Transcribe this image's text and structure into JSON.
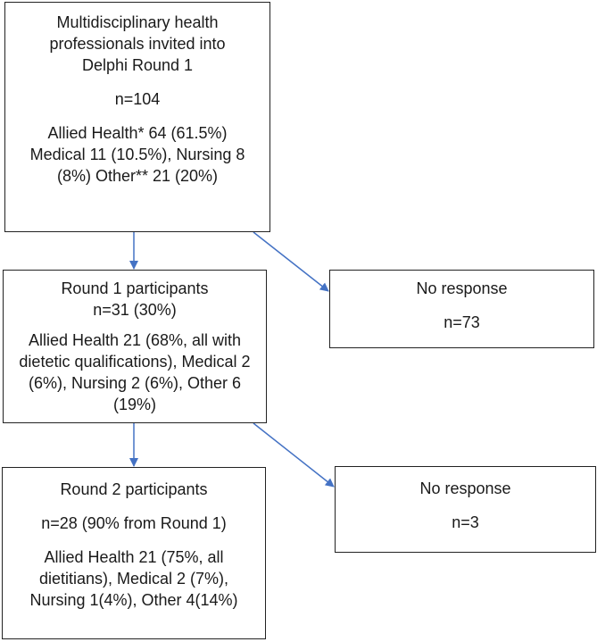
{
  "colors": {
    "arrow": "#4472c4",
    "box_border": "#222222"
  },
  "invited": {
    "title": "Multidisciplinary health professionals invited into Delphi Round 1",
    "n": "n=104",
    "breakdown_1": "Allied Health* 64 (61.5%)",
    "breakdown_2": "Medical 11 (10.5%), Nursing 8",
    "breakdown_3": "(8%) Other** 21 (20%)"
  },
  "round1": {
    "title": "Round 1 participants",
    "n": "n=31 (30%)",
    "breakdown": "Allied Health 21 (68%, all with dietetic qualifications), Medical 2 (6%), Nursing 2 (6%), Other 6 (19%)"
  },
  "no_response_1": {
    "title": "No response",
    "n": "n=73"
  },
  "round2": {
    "title": "Round 2 participants",
    "n": "n=28 (90% from Round 1)",
    "breakdown": "Allied Health 21 (75%, all dietitians), Medical 2 (7%), Nursing 1(4%), Other 4(14%)"
  },
  "no_response_2": {
    "title": "No response",
    "n": "n=3"
  }
}
